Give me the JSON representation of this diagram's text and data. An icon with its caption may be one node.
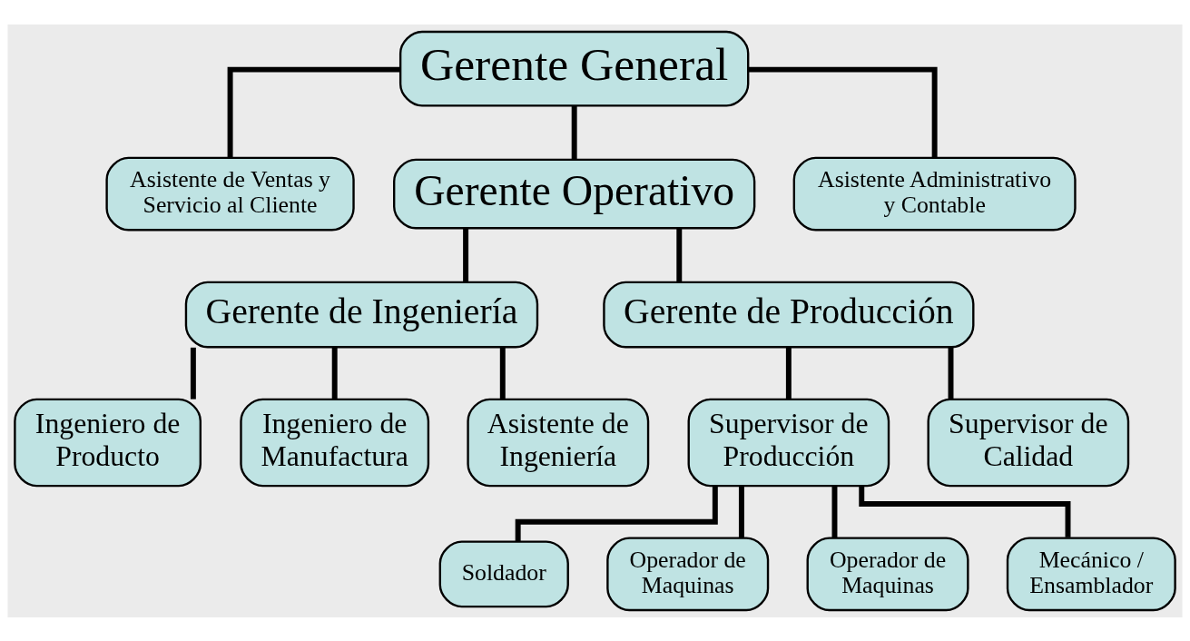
{
  "diagram": {
    "nodes": [
      {
        "text": [
          "Gerente General"
        ]
      },
      {
        "text": [
          "Asistente de Ventas y Servicio al Cliente"
        ]
      },
      {
        "text": [
          "Gerente Operativo"
        ]
      },
      {
        "text": [
          "Asistente Administrativo y Contable"
        ]
      },
      {
        "text": [
          "Gerente de Ingeniería"
        ]
      },
      {
        "text": [
          "Gerente de Producción"
        ]
      },
      {
        "text": [
          "Ingeniero de Producto"
        ]
      },
      {
        "text": [
          "Ingeniero de Manufactura"
        ]
      },
      {
        "text": [
          "Asistente de Ingeniería"
        ]
      },
      {
        "text": [
          "Supervisor de Producción"
        ]
      },
      {
        "text": [
          "Supervisor de Calidad"
        ]
      },
      {
        "text": [
          "Soldador"
        ]
      },
      {
        "text": [
          "Operador de Maquinas"
        ]
      },
      {
        "text": [
          "Operador de Maquinas"
        ]
      },
      {
        "text": [
          "Mecánico / Ensamblador"
        ]
      }
    ],
    "edges": [
      {
        "from": 0,
        "to": 1,
        "arrow": "none"
      },
      {
        "from": 0,
        "to": 2,
        "arrow": "none"
      },
      {
        "from": 0,
        "to": 3,
        "arrow": "none"
      },
      {
        "from": 2,
        "to": 4,
        "arrow": "none"
      },
      {
        "from": 2,
        "to": 5,
        "arrow": "none"
      },
      {
        "from": 4,
        "to": 6,
        "arrow": "none"
      },
      {
        "from": 4,
        "to": 7,
        "arrow": "none"
      },
      {
        "from": 4,
        "to": 8,
        "arrow": "none"
      },
      {
        "from": 5,
        "to": 9,
        "arrow": "none"
      },
      {
        "from": 5,
        "to": 10,
        "arrow": "none"
      },
      {
        "from": 9,
        "to": 11,
        "arrow": "none"
      },
      {
        "from": 9,
        "to": 12,
        "arrow": "none"
      },
      {
        "from": 9,
        "to": 13,
        "arrow": "none"
      },
      {
        "from": 9,
        "to": 14,
        "arrow": "none"
      }
    ]
  }
}
